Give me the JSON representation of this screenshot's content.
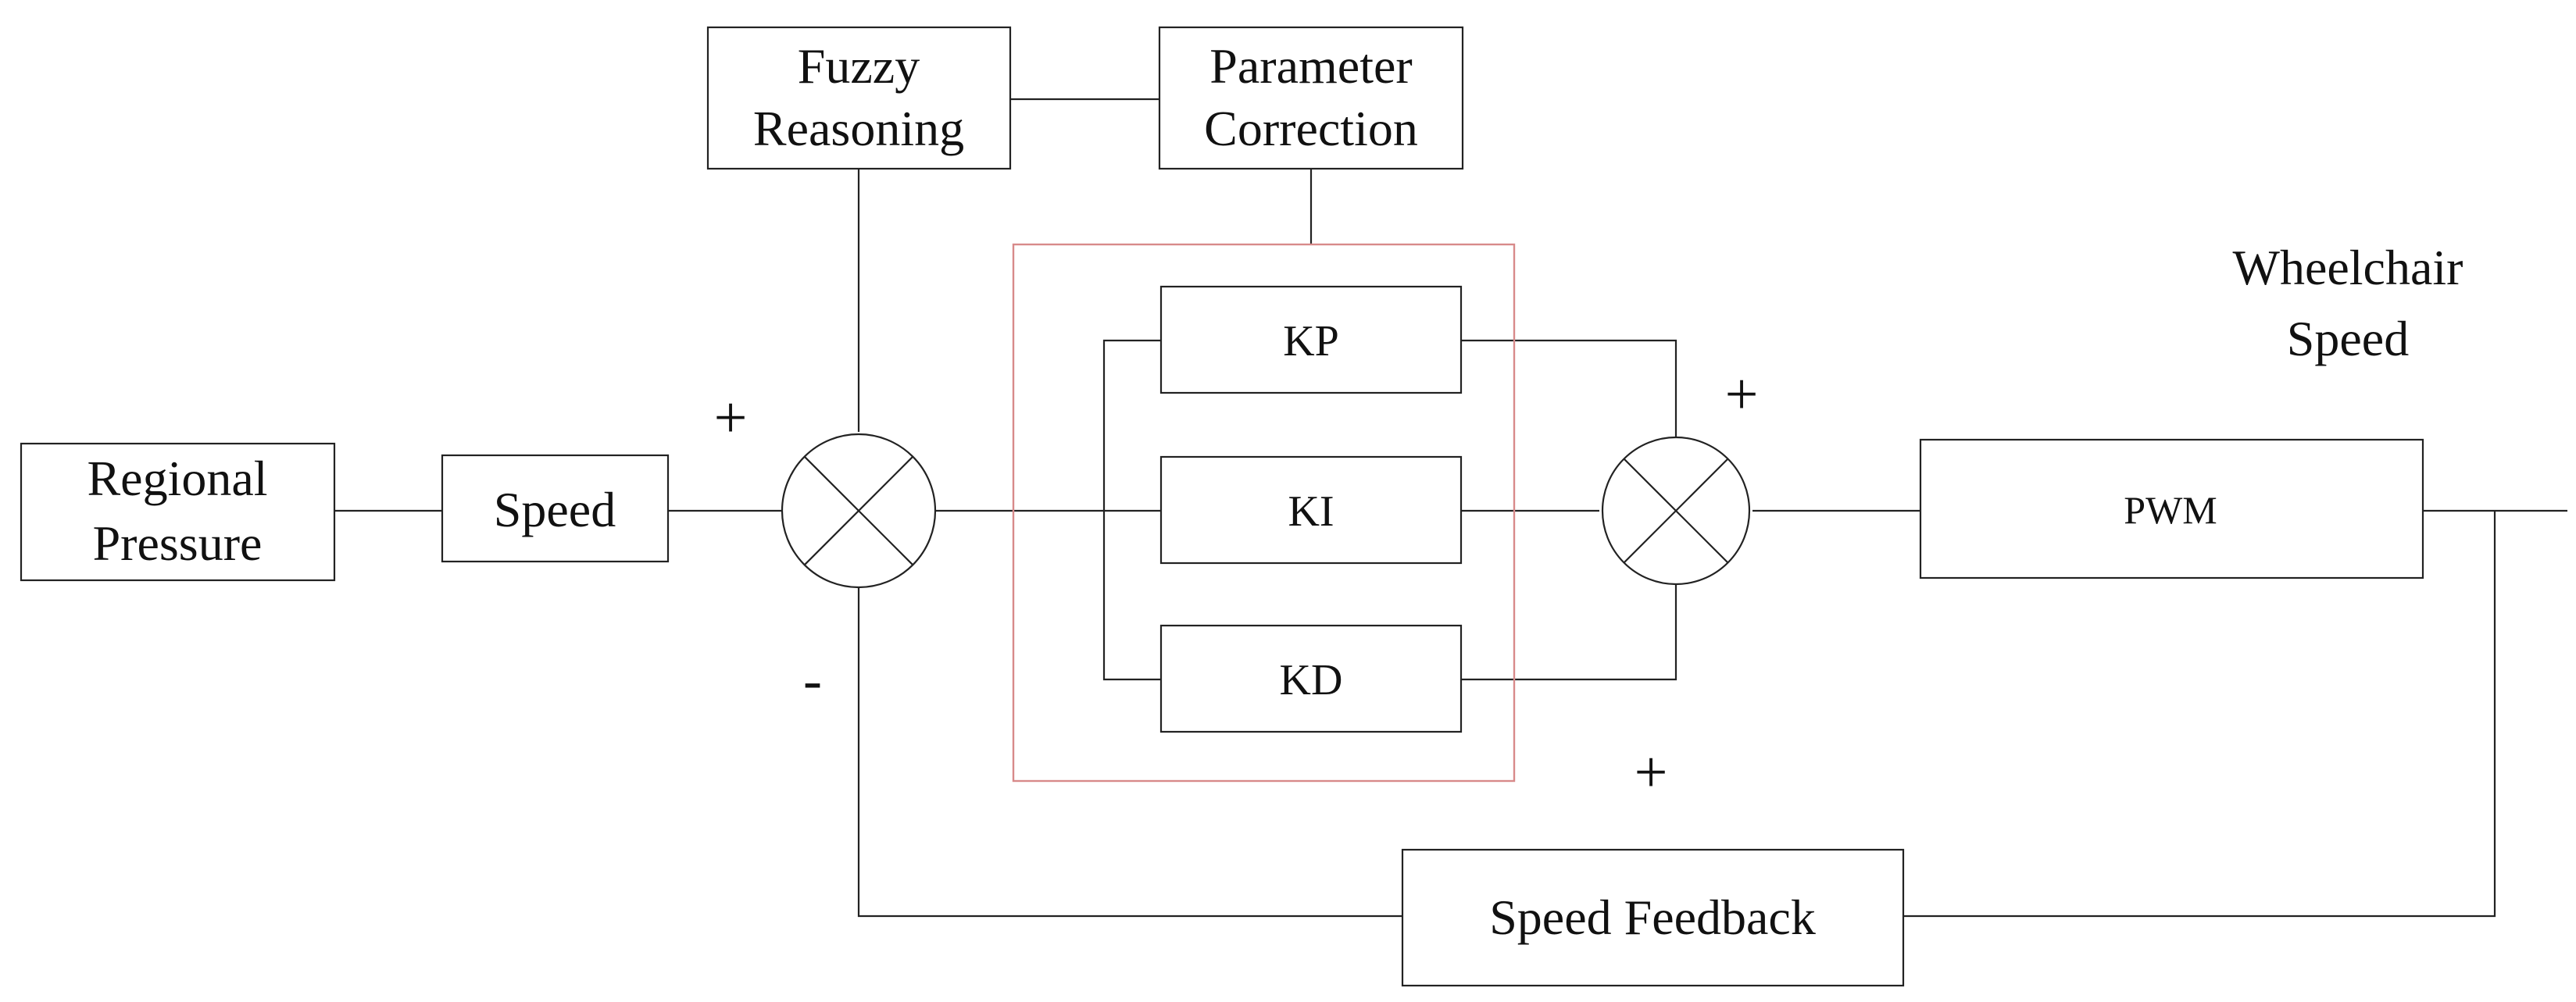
{
  "blocks": {
    "regional_pressure": [
      "Regional",
      "Pressure"
    ],
    "speed": "Speed",
    "fuzzy_reasoning": [
      "Fuzzy",
      "Reasoning"
    ],
    "parameter_correction": [
      "Parameter",
      "Correction"
    ],
    "kp": "KP",
    "ki": "KI",
    "kd": "KD",
    "pwm": "PWM",
    "speed_feedback": "Speed Feedback"
  },
  "labels": {
    "wheelchair_speed": [
      "Wheelchair",
      "Speed"
    ]
  },
  "signs": {
    "sum1_plus": "+",
    "sum1_minus": "-",
    "sum2_plus_top": "+",
    "sum2_plus_bottom": "+"
  },
  "colors": {
    "line": "#222222",
    "pid_frame": "#d88a8a"
  }
}
